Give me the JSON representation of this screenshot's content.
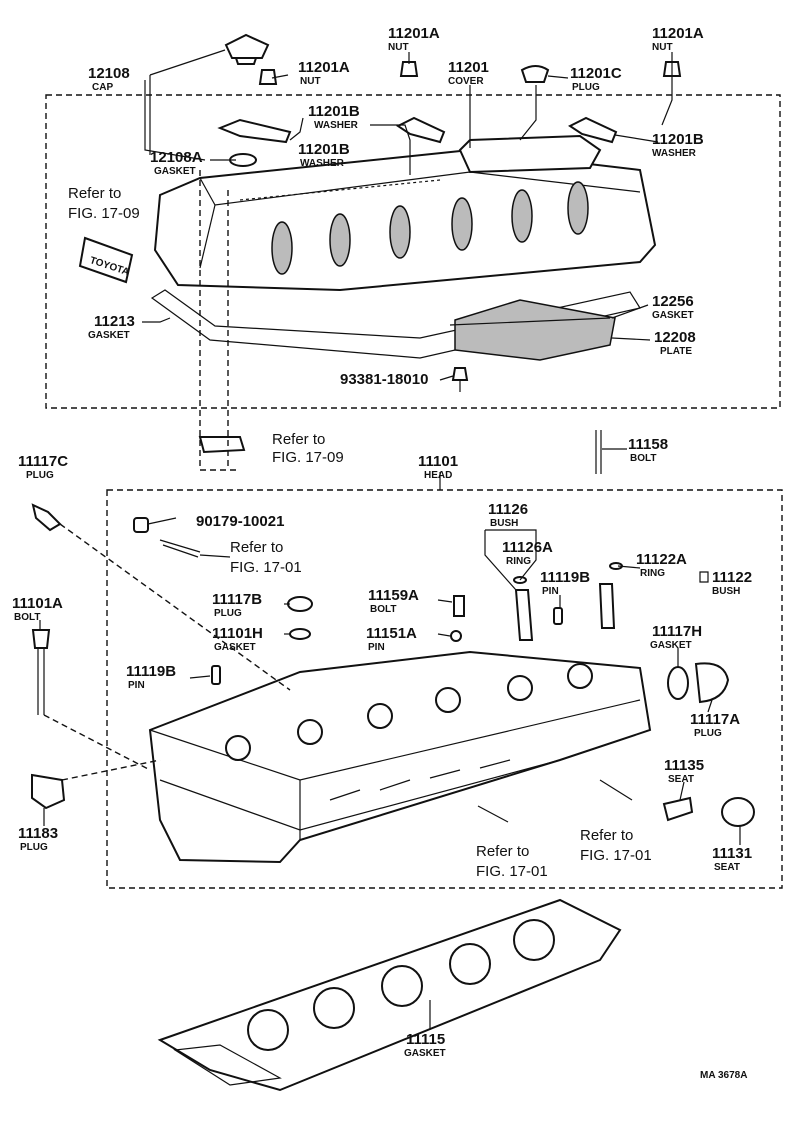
{
  "figure_code": "MA 3678A",
  "callouts": {
    "c12108": {
      "num": "12108",
      "name": "CAP"
    },
    "c11201A_1": {
      "num": "11201A",
      "name": "NUT"
    },
    "c11201A_2": {
      "num": "11201A",
      "name": "NUT"
    },
    "c11201A_3": {
      "num": "11201A",
      "name": "NUT"
    },
    "c11201": {
      "num": "11201",
      "name": "COVER"
    },
    "c11201C": {
      "num": "11201C",
      "name": "PLUG"
    },
    "c11201B_1": {
      "num": "11201B",
      "name": "WASHER"
    },
    "c11201B_2": {
      "num": "11201B",
      "name": "WASHER"
    },
    "c11201B_3": {
      "num": "11201B",
      "name": "WASHER"
    },
    "c12108A": {
      "num": "12108A",
      "name": "GASKET"
    },
    "c11213": {
      "num": "11213",
      "name": "GASKET"
    },
    "c12256": {
      "num": "12256",
      "name": "GASKET"
    },
    "c12208": {
      "num": "12208",
      "name": "PLATE"
    },
    "c93381": {
      "num": "93381-18010",
      "name": ""
    },
    "c11158": {
      "num": "11158",
      "name": "BOLT"
    },
    "c11101": {
      "num": "11101",
      "name": "HEAD"
    },
    "c11117C": {
      "num": "11117C",
      "name": "PLUG"
    },
    "c90179": {
      "num": "90179-10021",
      "name": ""
    },
    "c11126": {
      "num": "11126",
      "name": "BUSH"
    },
    "c11126A": {
      "num": "11126A",
      "name": "RING"
    },
    "c11119B_1": {
      "num": "11119B",
      "name": "PIN"
    },
    "c11122A": {
      "num": "11122A",
      "name": "RING"
    },
    "c11122": {
      "num": "11122",
      "name": "BUSH"
    },
    "c11101A": {
      "num": "11101A",
      "name": "BOLT"
    },
    "c11117B": {
      "num": "11117B",
      "name": "PLUG"
    },
    "c11101H": {
      "num": "11101H",
      "name": "GASKET"
    },
    "c11159A": {
      "num": "11159A",
      "name": "BOLT"
    },
    "c11151A": {
      "num": "11151A",
      "name": "PIN"
    },
    "c11117H": {
      "num": "11117H",
      "name": "GASKET"
    },
    "c11119B_2": {
      "num": "11119B",
      "name": "PIN"
    },
    "c11117A": {
      "num": "11117A",
      "name": "PLUG"
    },
    "c11135": {
      "num": "11135",
      "name": "SEAT"
    },
    "c11183": {
      "num": "11183",
      "name": "PLUG"
    },
    "c11131": {
      "num": "11131",
      "name": "SEAT"
    },
    "c11115": {
      "num": "11115",
      "name": "GASKET"
    }
  },
  "refs": {
    "r1_line1": "Refer to",
    "r1_line2": "FIG. 17-09",
    "r2_line1": "Refer to",
    "r2_line2": "FIG. 17-09",
    "r3_line1": "Refer to",
    "r3_line2": "FIG. 17-01",
    "r4_line1": "Refer to",
    "r4_line2": "FIG. 17-01",
    "r5_line1": "Refer to",
    "r5_line2": "FIG. 17-01"
  }
}
